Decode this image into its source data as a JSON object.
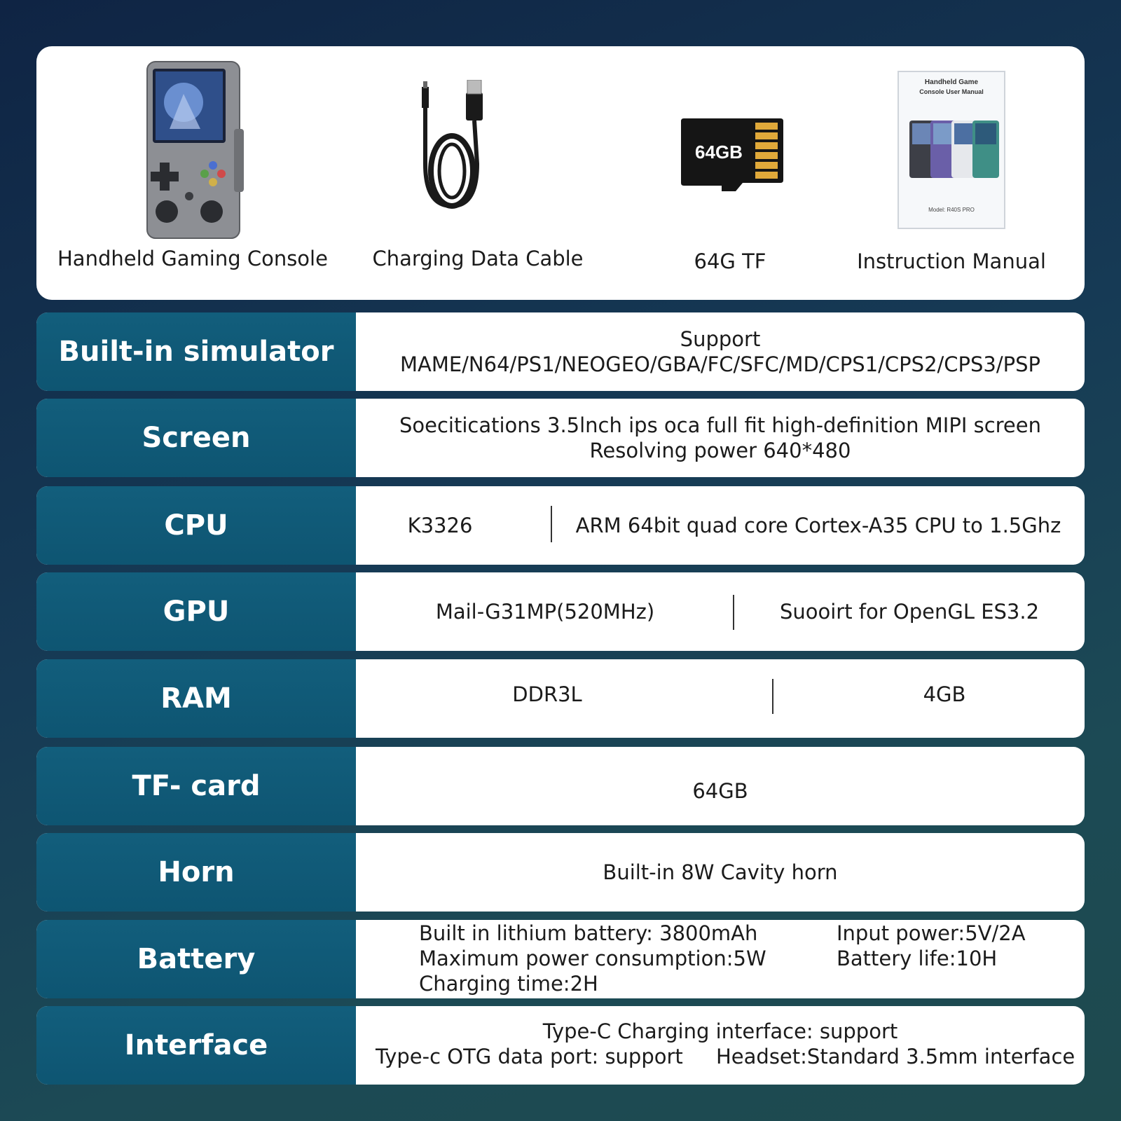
{
  "accessories": [
    {
      "label": "Handheld Gaming Console",
      "icon": "handheld-console-image"
    },
    {
      "label": "Charging Data Cable",
      "icon": "usb-cable-image"
    },
    {
      "label": "64G TF",
      "icon": "micro-sd-card-image",
      "card_text": "64GB"
    },
    {
      "label": "Instruction Manual",
      "icon": "manual-booklet-image",
      "manual_title_1": "Handheld Game",
      "manual_title_2": "Console User Manual",
      "manual_model": "Model: R40S PRO"
    }
  ],
  "specs": {
    "simulator": {
      "label": "Built-in simulator",
      "line1": "Support",
      "line2": "MAME/N64/PS1/NEOGEO/GBA/FC/SFC/MD/CPS1/CPS2/CPS3/PSP"
    },
    "screen": {
      "label": "Screen",
      "line1": "Soecitications 3.5lnch ips oca full fit high-definition MIPI screen",
      "line2": "Resolving power 640*480"
    },
    "cpu": {
      "label": "CPU",
      "left": "K3326",
      "right": "ARM 64bit quad core Cortex-A35 CPU to 1.5Ghz"
    },
    "gpu": {
      "label": "GPU",
      "left": "Mail-G31MP(520MHz)",
      "right": "Suooirt for OpenGL ES3.2"
    },
    "ram": {
      "label": "RAM",
      "left": "DDR3L",
      "right": "4GB"
    },
    "tf": {
      "label": "TF- card",
      "value": "64GB"
    },
    "horn": {
      "label": "Horn",
      "value": "Built-in 8W Cavity horn"
    },
    "battery": {
      "label": "Battery",
      "left1": "Built in lithium battery: 3800mAh",
      "left2": "Maximum power consumption:5W",
      "left3": "Charging time:2H",
      "right1": "Input power:5V/2A",
      "right2": "Battery life:10H"
    },
    "interface": {
      "label": "Interface",
      "line1": "Type-C Charging interface: support",
      "line2a": "Type-c OTG data port: support",
      "line2b": "Headset:Standard 3.5mm interface"
    }
  },
  "colors": {
    "label_bg": "#0e5572",
    "page_bg": "#14304f",
    "card_bg": "#ffffff"
  }
}
